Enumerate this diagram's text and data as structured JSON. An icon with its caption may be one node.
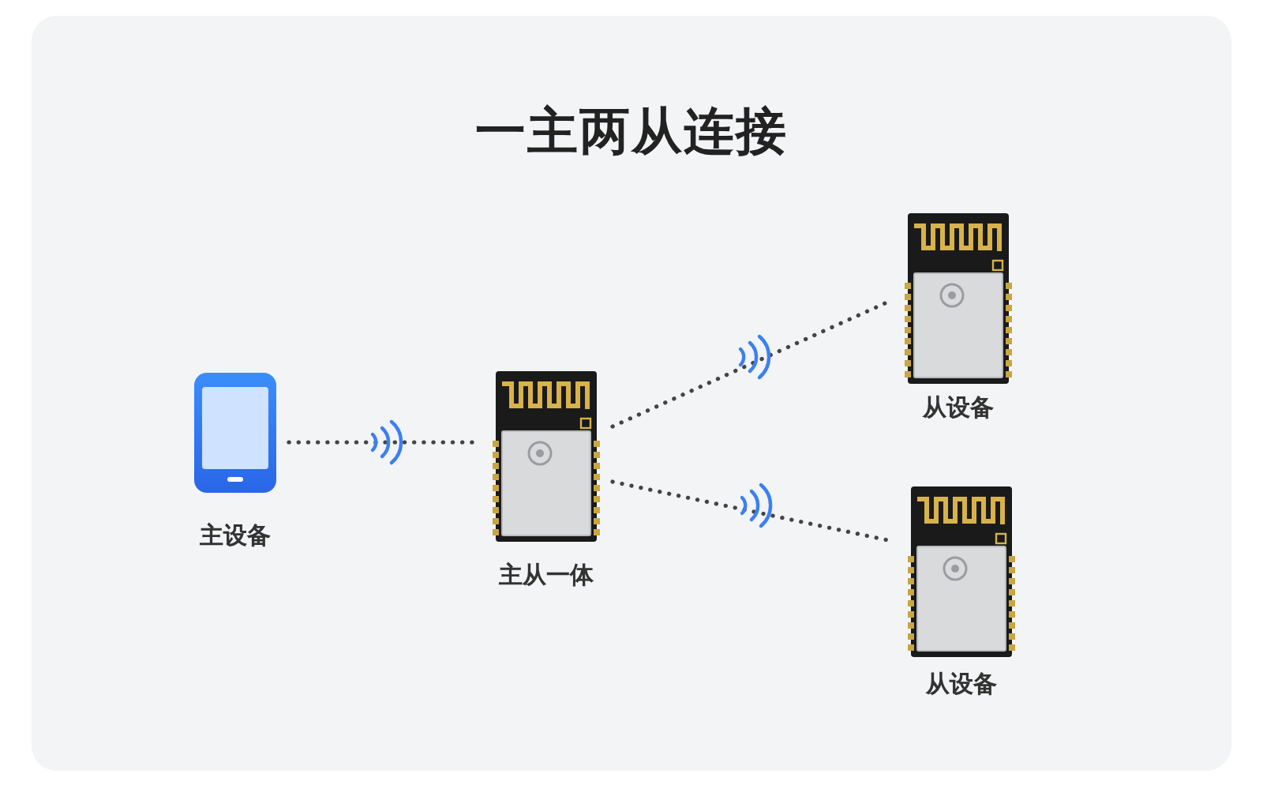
{
  "diagram": {
    "title": "一主两从连接",
    "nodes": [
      {
        "text": [
          "主设备"
        ]
      },
      {
        "text": [
          "主从一体"
        ]
      },
      {
        "text": [
          "从设备"
        ]
      },
      {
        "text": [
          "从设备"
        ]
      }
    ],
    "edges": [
      {
        "from": 0,
        "to": 1,
        "arrow": "none",
        "style": "dashed"
      },
      {
        "from": 1,
        "to": 2,
        "arrow": "none",
        "style": "dashed"
      },
      {
        "from": 1,
        "to": 3,
        "arrow": "none",
        "style": "dashed"
      }
    ]
  }
}
